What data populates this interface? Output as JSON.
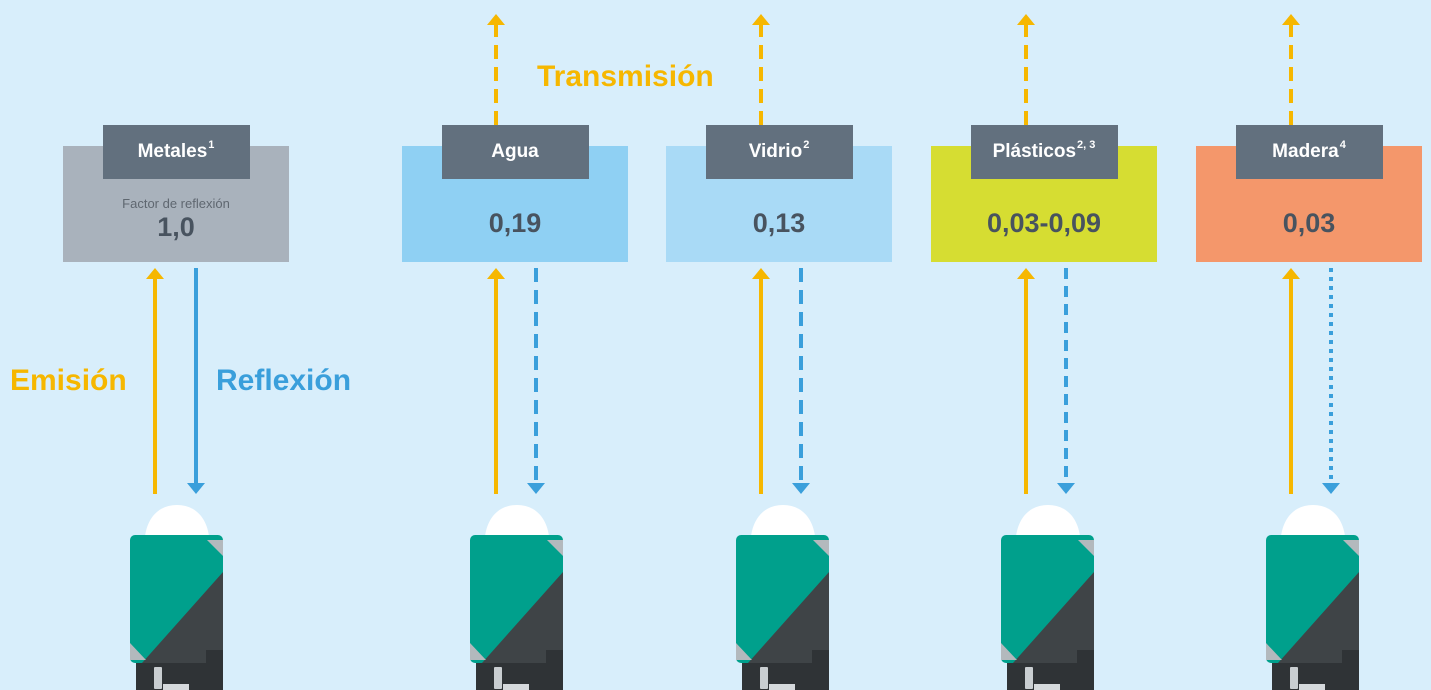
{
  "labels": {
    "transmission": "Transmisión",
    "emission": "Emisión",
    "reflection": "Reflexión",
    "factor_caption": "Factor de reflexión"
  },
  "materials": [
    {
      "name": "Metales",
      "footnote": "1",
      "value": "1,0",
      "box_color": "#a9b2bc",
      "reflection_style": "solid",
      "transmission": false
    },
    {
      "name": "Agua",
      "footnote": "",
      "value": "0,19",
      "box_color": "#8fd0f3",
      "reflection_style": "dashed",
      "transmission": true
    },
    {
      "name": "Vidrio",
      "footnote": "2",
      "value": "0,13",
      "box_color": "#a9daf6",
      "reflection_style": "dashed",
      "transmission": true
    },
    {
      "name": "Plásticos",
      "footnote": "2, 3",
      "value": "0,03-0,09",
      "box_color": "#d6dd32",
      "reflection_style": "dashed-fine",
      "transmission": true
    },
    {
      "name": "Madera",
      "footnote": "4",
      "value": "0,03",
      "box_color": "#f4976b",
      "reflection_style": "dotted",
      "transmission": true
    }
  ],
  "colors": {
    "background": "#d8eefb",
    "emission": "#f6b700",
    "reflection": "#3a9fdb",
    "label_tab": "#62707e",
    "value_text": "#48535f",
    "sensor_body": "#00a08c",
    "sensor_dark": "#3f4447"
  },
  "icons": {
    "sensor": "photoelectric-sensor-icon"
  }
}
